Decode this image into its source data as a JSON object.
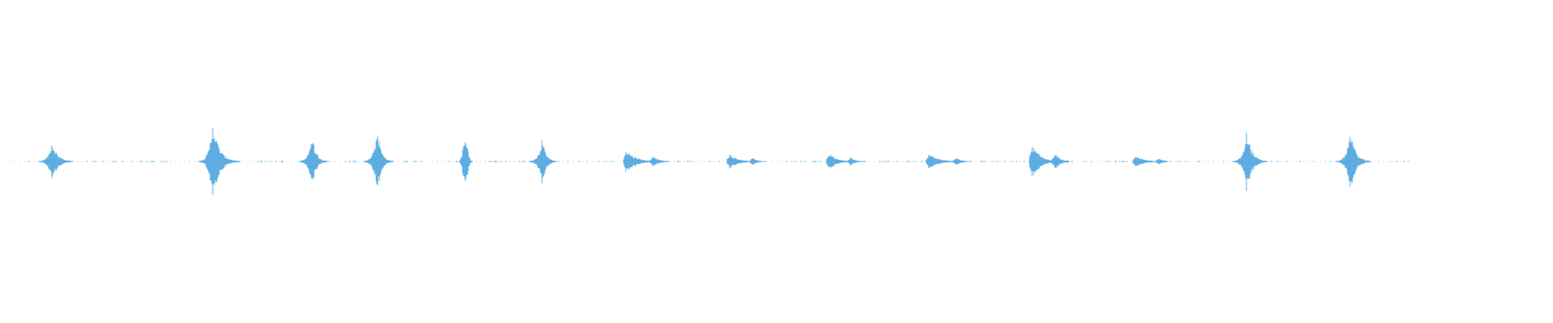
{
  "waveform": {
    "color": "#5dade2",
    "duration_s": 18.3,
    "peak_amplitude": 1.0,
    "bursts": [
      {
        "t": 0.55,
        "amp": 0.5,
        "decay": 0.18,
        "pattern": "single"
      },
      {
        "t": 2.65,
        "amp": 1.0,
        "decay": 0.2,
        "pattern": "single"
      },
      {
        "t": 3.95,
        "amp": 0.68,
        "decay": 0.12,
        "pattern": "single"
      },
      {
        "t": 4.8,
        "amp": 0.82,
        "decay": 0.12,
        "pattern": "single"
      },
      {
        "t": 5.95,
        "amp": 0.57,
        "decay": 0.14,
        "pattern": "rounded"
      },
      {
        "t": 6.95,
        "amp": 0.6,
        "decay": 0.12,
        "pattern": "single"
      },
      {
        "t": 8.05,
        "amp": 0.27,
        "decay": 0.35,
        "pattern": "double"
      },
      {
        "t": 9.4,
        "amp": 0.18,
        "decay": 0.3,
        "pattern": "double"
      },
      {
        "t": 10.7,
        "amp": 0.2,
        "decay": 0.28,
        "pattern": "double"
      },
      {
        "t": 12.0,
        "amp": 0.18,
        "decay": 0.35,
        "pattern": "double"
      },
      {
        "t": 13.35,
        "amp": 0.4,
        "decay": 0.3,
        "pattern": "double"
      },
      {
        "t": 14.7,
        "amp": 0.15,
        "decay": 0.3,
        "pattern": "double"
      },
      {
        "t": 16.15,
        "amp": 0.78,
        "decay": 0.16,
        "pattern": "single"
      },
      {
        "t": 17.5,
        "amp": 0.8,
        "decay": 0.16,
        "pattern": "single"
      }
    ]
  }
}
